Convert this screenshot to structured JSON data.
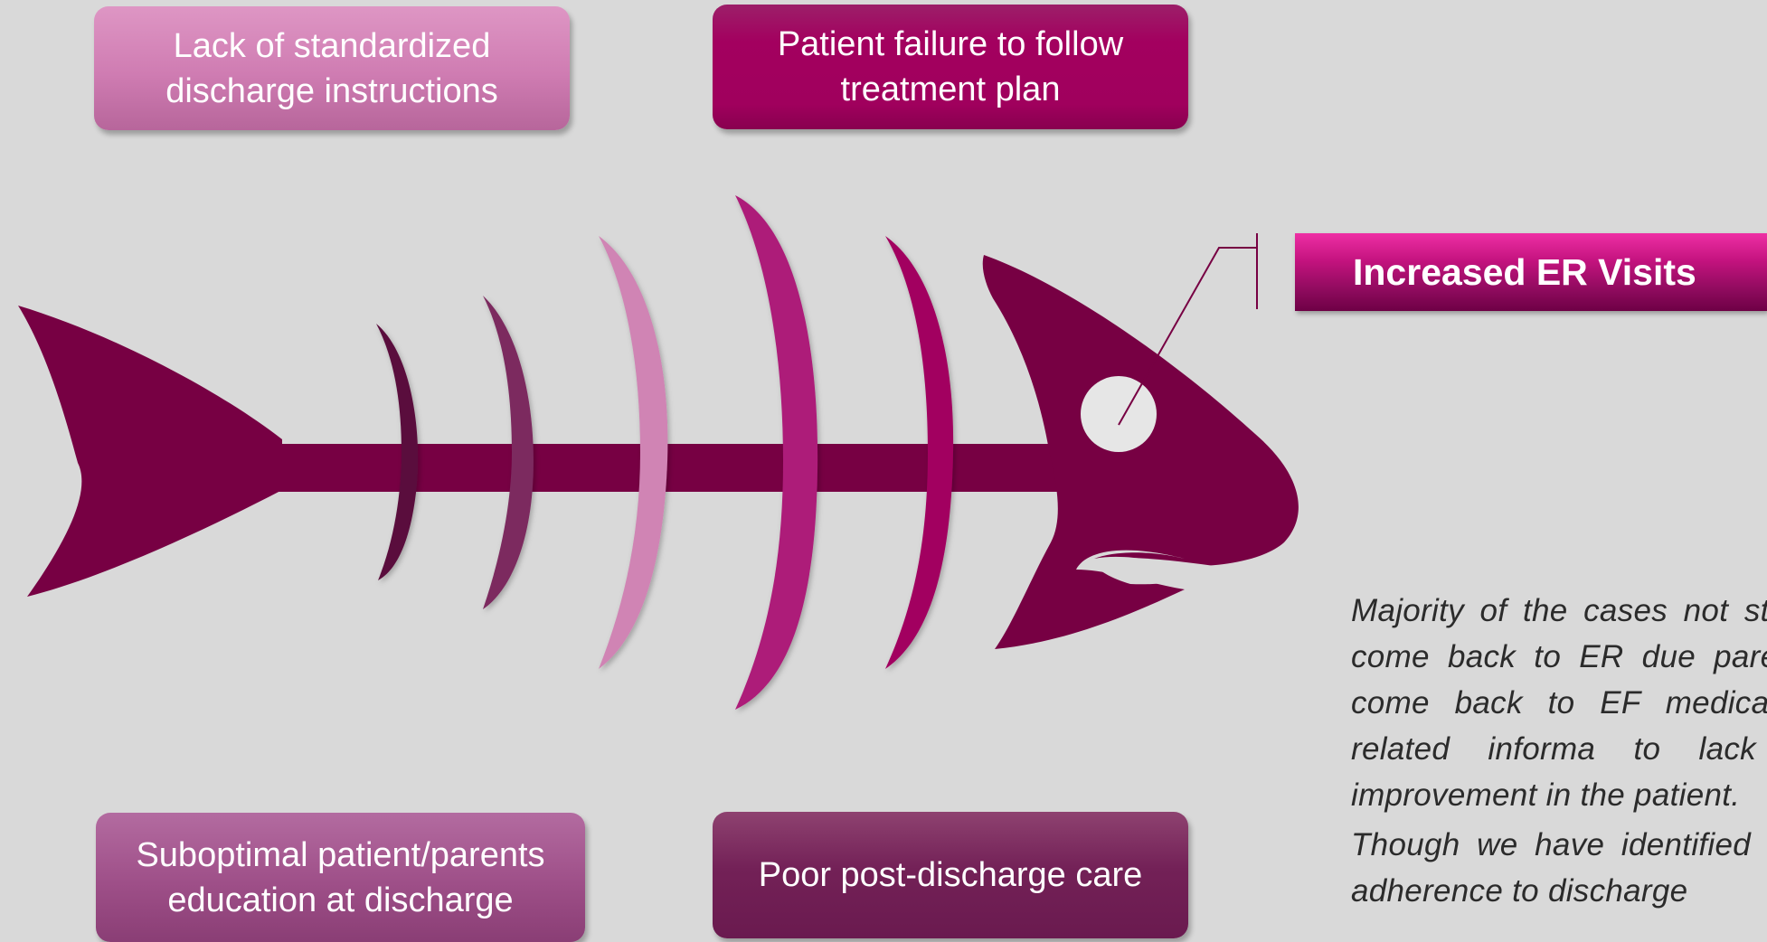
{
  "causes": {
    "lack_of_instructions": "Lack of standardized discharge instructions",
    "patient_failure": "Patient failure to follow treatment plan",
    "suboptimal_education": "Suboptimal patient/parents education at discharge",
    "poor_post_discharge": "Poor post-discharge care"
  },
  "effect": {
    "label": "Increased ER Visits"
  },
  "notes": {
    "paragraph_1": "Majority of the cases not study come back to ER due parents come back to EF medication related informa to lack of improvement in the patient.",
    "paragraph_2": "Though we have identified non adherence to discharge"
  },
  "colors": {
    "background": "#d9d9d9",
    "fish_body": "#770043",
    "bone_1": "#5a0e3c",
    "bone_2": "#7b2a5e",
    "bone_3": "#d084b4",
    "bone_4": "#ad1c79",
    "bone_5": "#a20060",
    "effect_box": "#c4137f"
  }
}
